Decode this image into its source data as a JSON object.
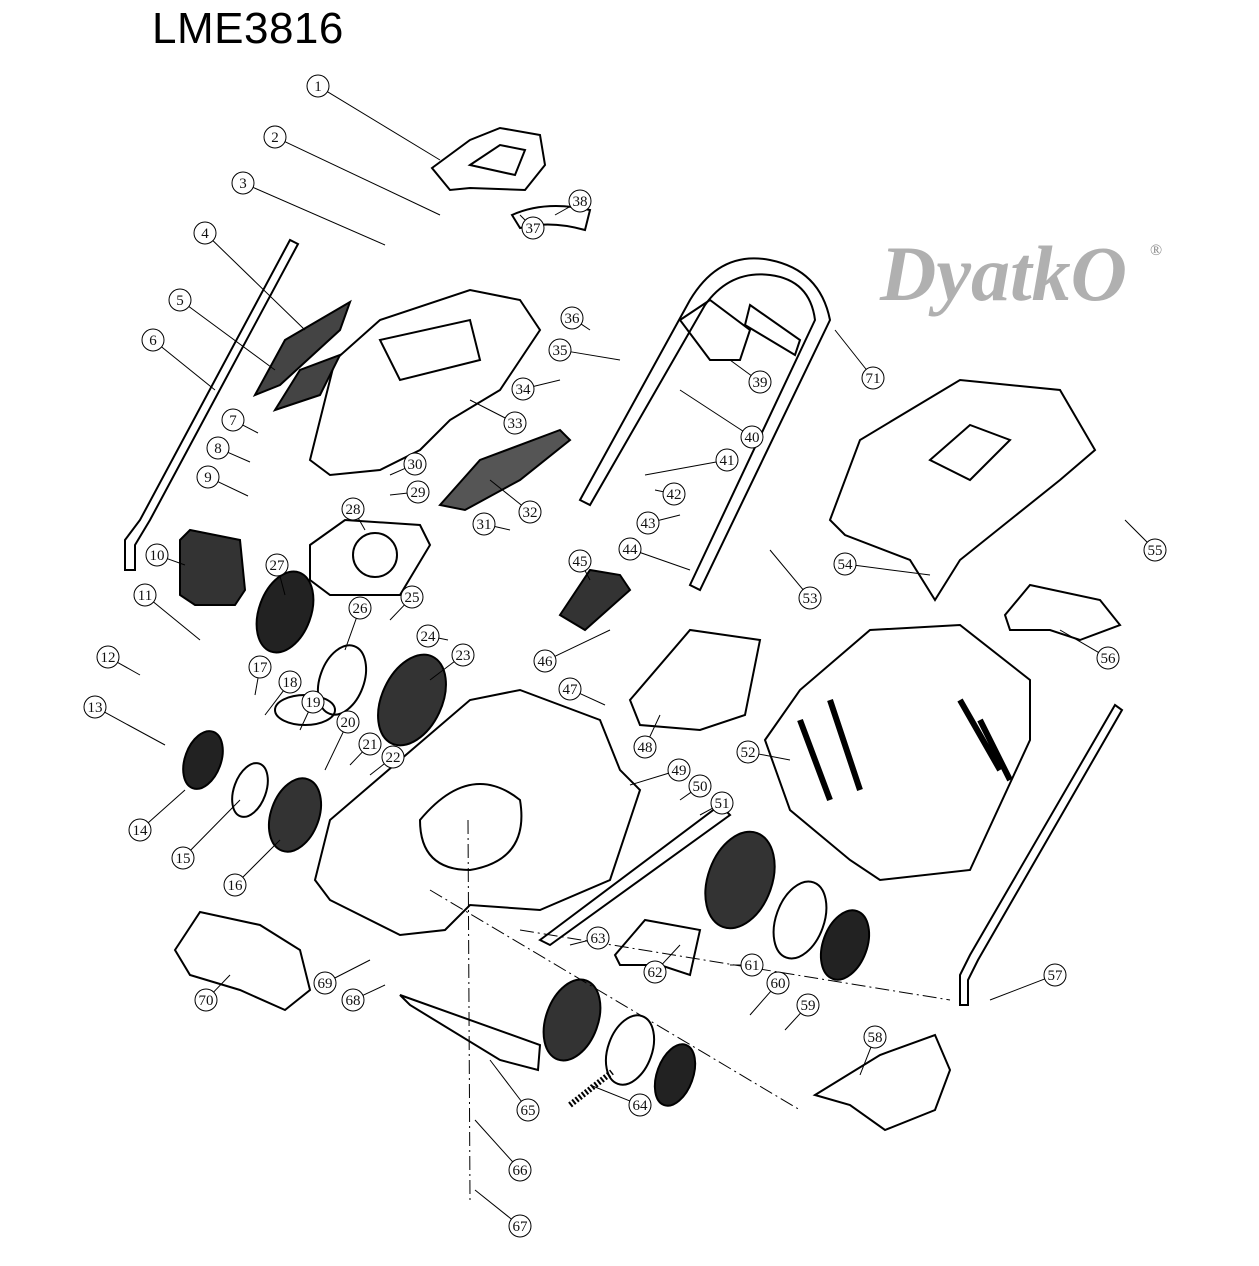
{
  "title": "LME3816",
  "watermark": "DyatkO",
  "watermark_mark": "®",
  "callouts": [
    "1",
    "2",
    "3",
    "4",
    "5",
    "6",
    "7",
    "8",
    "9",
    "10",
    "11",
    "12",
    "13",
    "14",
    "15",
    "16",
    "17",
    "18",
    "19",
    "20",
    "21",
    "22",
    "23",
    "24",
    "25",
    "26",
    "27",
    "28",
    "29",
    "30",
    "31",
    "32",
    "33",
    "34",
    "35",
    "36",
    "37",
    "38",
    "39",
    "40",
    "41",
    "42",
    "43",
    "44",
    "45",
    "46",
    "47",
    "48",
    "49",
    "50",
    "51",
    "52",
    "53",
    "54",
    "55",
    "56",
    "57",
    "58",
    "59",
    "60",
    "61",
    "62",
    "63",
    "64",
    "65",
    "66",
    "67",
    "68",
    "69",
    "70",
    "71"
  ]
}
